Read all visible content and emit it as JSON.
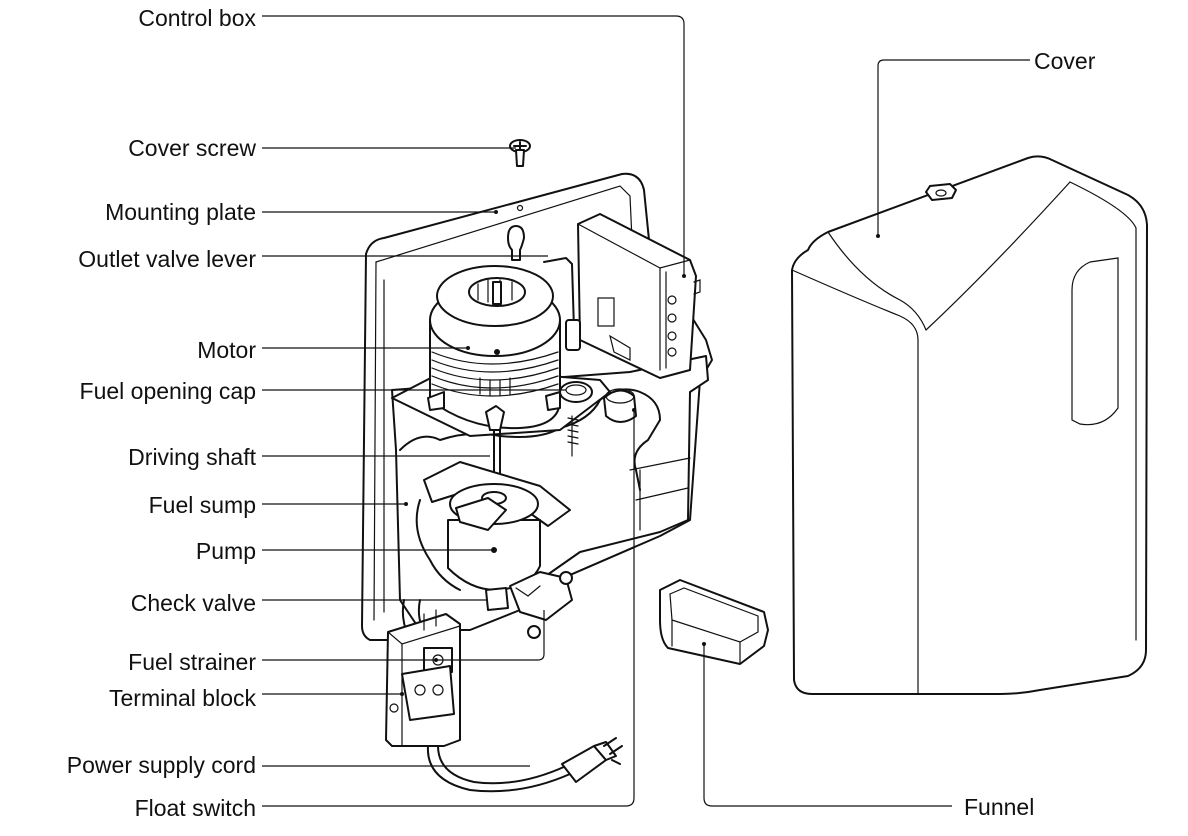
{
  "labels": {
    "control_box": "Control box",
    "cover_screw": "Cover screw",
    "mounting_plate": "Mounting plate",
    "outlet_valve_lever": "Outlet valve lever",
    "motor": "Motor",
    "fuel_opening_cap": "Fuel opening cap",
    "driving_shaft": "Driving shaft",
    "fuel_sump": "Fuel sump",
    "pump": "Pump",
    "check_valve": "Check valve",
    "fuel_strainer": "Fuel strainer",
    "terminal_block": "Terminal block",
    "power_supply_cord": "Power supply cord",
    "float_switch": "Float switch",
    "cover": "Cover",
    "funnel": "Funnel"
  }
}
